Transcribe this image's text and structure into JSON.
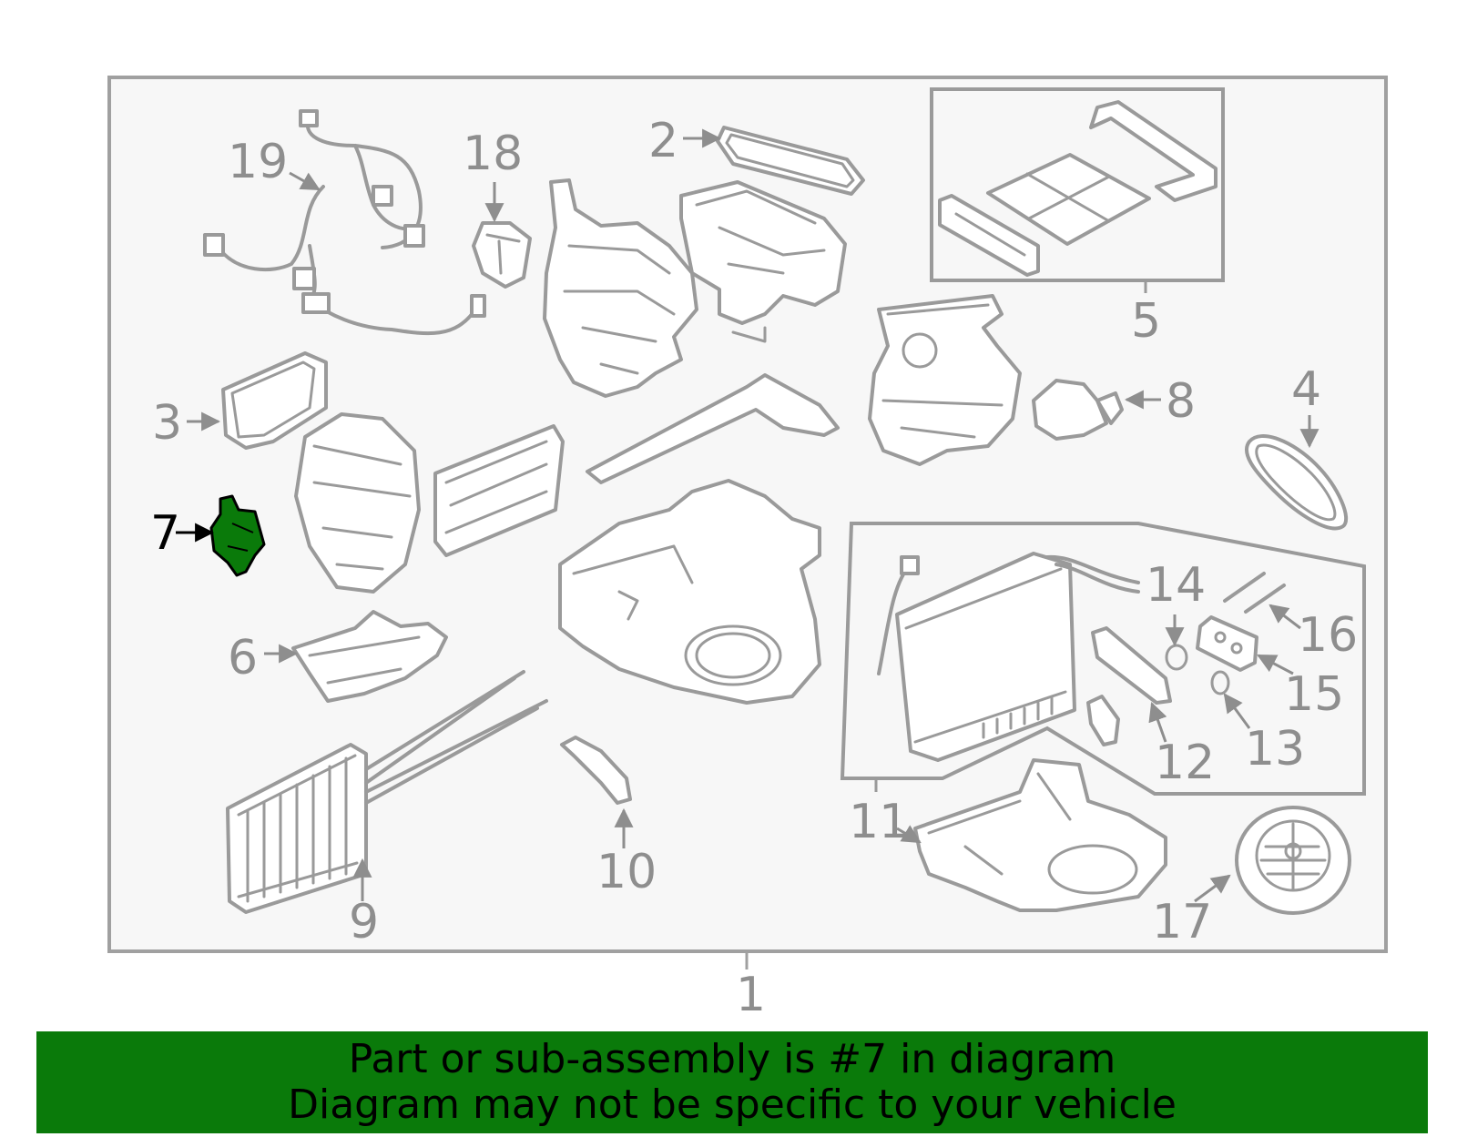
{
  "callouts": [
    "1",
    "2",
    "3",
    "4",
    "5",
    "6",
    "7",
    "8",
    "9",
    "10",
    "11",
    "12",
    "13",
    "14",
    "15",
    "16",
    "17",
    "18",
    "19"
  ],
  "highlighted_part": "7",
  "colors": {
    "highlight": "#0a7a0a",
    "banner": "#0a7a0a",
    "line": "#9a9a9a",
    "label": "#8e8e8e",
    "frame_fill": "#f7f7f7"
  },
  "banner": {
    "line1": "Part or sub-assembly is #7 in diagram",
    "line2": "Diagram may not be specific to your vehicle"
  }
}
